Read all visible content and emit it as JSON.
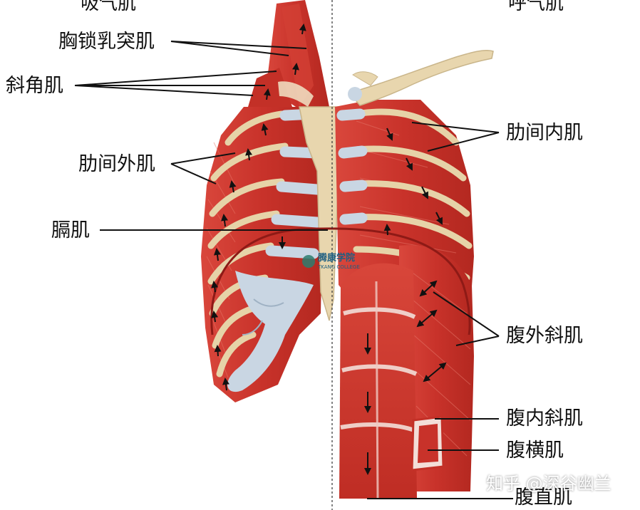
{
  "headers": {
    "left": "吸气肌",
    "right": "呼气肌"
  },
  "labels": {
    "scm": "胸锁乳突肌",
    "scalene": "斜角肌",
    "ext_intercostal": "肋间外肌",
    "diaphragm": "膈肌",
    "int_intercostal": "肋间内肌",
    "ext_oblique": "腹外斜肌",
    "int_oblique": "腹内斜肌",
    "transversus": "腹横肌",
    "rectus": "腹直肌"
  },
  "logo": {
    "name": "腾康学院",
    "sub": "TKANG COLLEGE"
  },
  "watermark": "知乎 @深谷幽兰",
  "colors": {
    "muscle": "#c8322a",
    "muscle_light": "#e0584b",
    "bone": "#e8d6ae",
    "cartilage": "#c9d6e3",
    "leader": "#111111",
    "diaphragm_line": "#8e1a16"
  }
}
